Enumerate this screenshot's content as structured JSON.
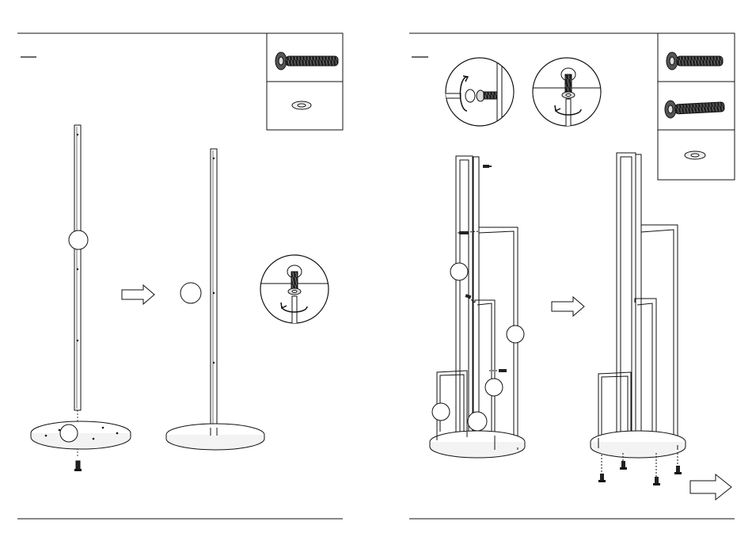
{
  "document": {
    "type": "assembly-instructions",
    "pages": [
      {
        "side": "left",
        "step_number": "",
        "parts": [
          {
            "icon": "bolt-icon",
            "label": ""
          },
          {
            "icon": "washer-icon",
            "label": ""
          }
        ],
        "callouts": [
          {
            "icon": "part-callout-circle",
            "label": ""
          },
          {
            "icon": "part-callout-circle",
            "label": ""
          },
          {
            "icon": "part-callout-circle",
            "label": ""
          }
        ],
        "detail": {
          "icon": "tighten-bolt-detail-icon",
          "rotation": "rotate-clockwise-icon"
        },
        "direction": "arrow-right-icon"
      },
      {
        "side": "right",
        "step_number": "",
        "parts": [
          {
            "icon": "bolt-icon",
            "label": ""
          },
          {
            "icon": "bolt-icon",
            "label": ""
          },
          {
            "icon": "washer-icon",
            "label": ""
          }
        ],
        "callouts": [
          {
            "icon": "part-callout-circle",
            "label": ""
          },
          {
            "icon": "part-callout-circle",
            "label": ""
          },
          {
            "icon": "part-callout-circle",
            "label": ""
          },
          {
            "icon": "part-callout-circle",
            "label": ""
          },
          {
            "icon": "part-callout-circle",
            "label": ""
          }
        ],
        "details": [
          {
            "icon": "side-bolt-detail-icon",
            "rotation": "rotate-clockwise-icon"
          },
          {
            "icon": "tighten-bolt-detail-icon",
            "rotation": "rotate-clockwise-icon"
          }
        ],
        "direction": "arrow-right-icon",
        "next_page": "next-page-arrow-icon"
      }
    ],
    "colors": {
      "line": "#111111",
      "background": "#ffffff",
      "fill_light": "#e8e8e8"
    }
  }
}
